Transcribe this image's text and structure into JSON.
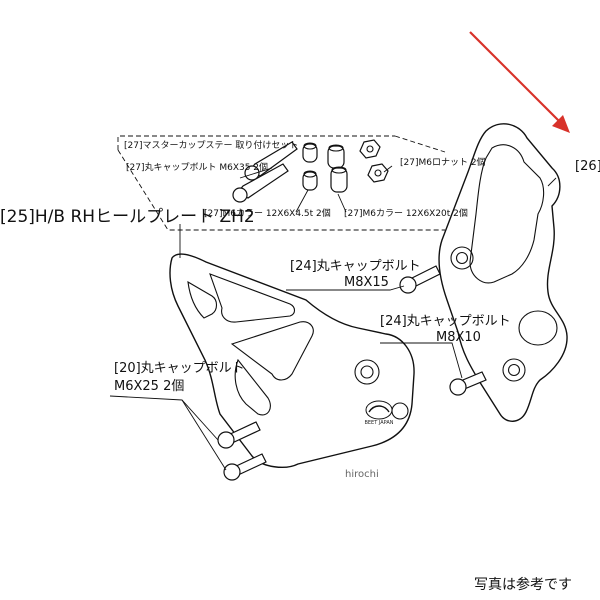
{
  "labels": {
    "part25": "[25]H/B RHヒールプレート ZH2",
    "part26": "[26]",
    "part27_title": "[27]マスターカップステー 取り付けセット",
    "part27_bolt": "[27]丸キャップボルト M6X35 2個",
    "part27_nut": "[27]M6ロナット 2個",
    "part27_collar_a": "[27]M6カラー 12X6X4.5t 2個",
    "part27_collar_b": "[27]M6カラー 12X6X20t 2個",
    "part24_upper_line1": "[24]丸キャップボルト",
    "part24_upper_line2": "M8X15",
    "part24_lower_line1": "[24]丸キャップボルト",
    "part24_lower_line2": "M8X10",
    "part20_line1": "[20]丸キャップボルト",
    "part20_line2": "M6X25  2個"
  },
  "logo_text": "BEET JAPAN",
  "watermark": "hirochi",
  "caption": "写真は参考です",
  "colors": {
    "arrow": "#d8322a",
    "line": "#111111",
    "background": "#ffffff"
  },
  "icons": [
    "pointer-arrow",
    "bolt",
    "collar",
    "nut",
    "beet-logo"
  ]
}
